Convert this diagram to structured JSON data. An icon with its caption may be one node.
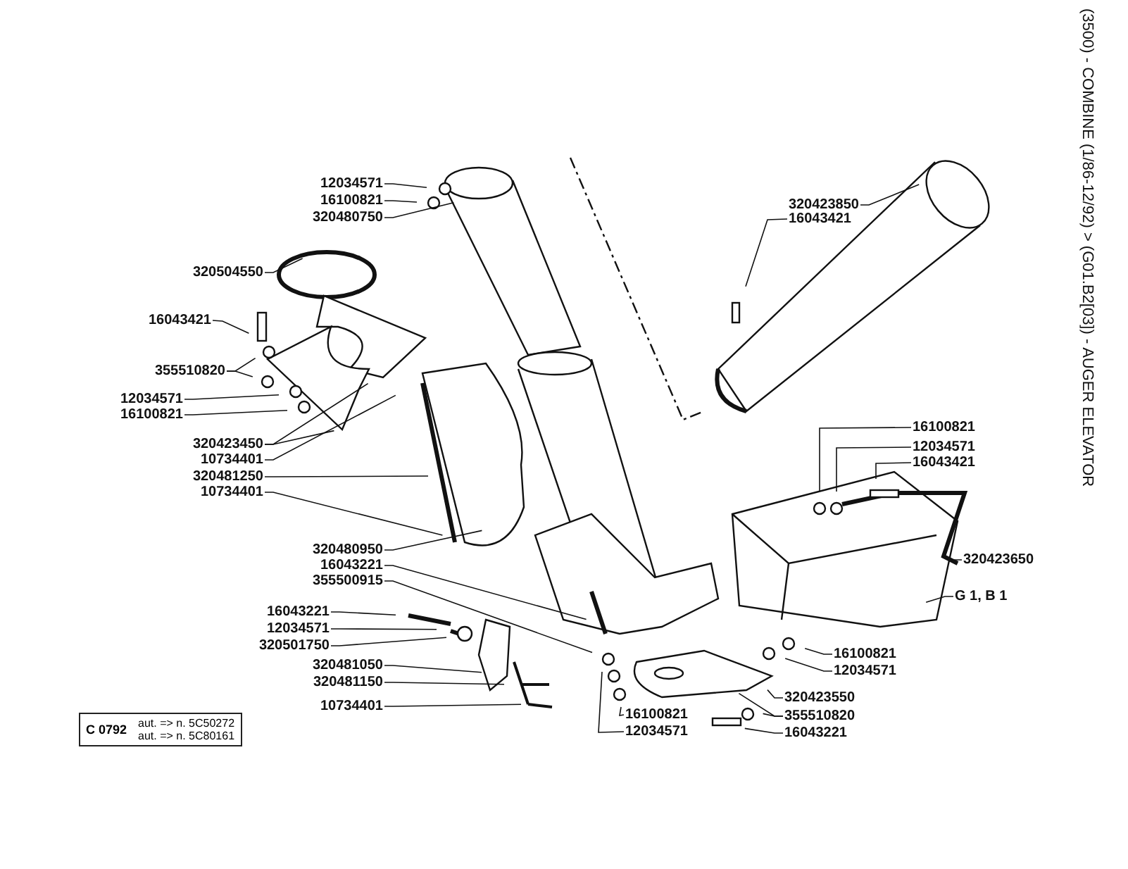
{
  "diagram": {
    "title": "(3500) - COMBINE (1/86-12/92) > (G01.B2[03]) - AUGER ELEVATOR",
    "nodes": [
      {
        "text": [
          "12034571"
        ]
      },
      {
        "text": [
          "16100821"
        ]
      },
      {
        "text": [
          "320480750"
        ]
      },
      {
        "text": [
          "320504550"
        ]
      },
      {
        "text": [
          "16043421"
        ]
      },
      {
        "text": [
          "355510820"
        ]
      },
      {
        "text": [
          "12034571"
        ]
      },
      {
        "text": [
          "16100821"
        ]
      },
      {
        "text": [
          "320423450"
        ]
      },
      {
        "text": [
          "10734401"
        ]
      },
      {
        "text": [
          "320481250"
        ]
      },
      {
        "text": [
          "10734401"
        ]
      },
      {
        "text": [
          "320480950"
        ]
      },
      {
        "text": [
          "16043221"
        ]
      },
      {
        "text": [
          "355500915"
        ]
      },
      {
        "text": [
          "16043221"
        ]
      },
      {
        "text": [
          "12034571"
        ]
      },
      {
        "text": [
          "320501750"
        ]
      },
      {
        "text": [
          "320481050"
        ]
      },
      {
        "text": [
          "320481150"
        ]
      },
      {
        "text": [
          "10734401"
        ]
      },
      {
        "text": [
          "320423850"
        ]
      },
      {
        "text": [
          "16043421"
        ]
      },
      {
        "text": [
          "16100821"
        ]
      },
      {
        "text": [
          "12034571"
        ]
      },
      {
        "text": [
          "16043421"
        ]
      },
      {
        "text": [
          "320423650"
        ]
      },
      {
        "text": [
          "G 1, B 1"
        ]
      },
      {
        "text": [
          "16100821"
        ]
      },
      {
        "text": [
          "12034571"
        ]
      },
      {
        "text": [
          "320423550"
        ]
      },
      {
        "text": [
          "355510820"
        ]
      },
      {
        "text": [
          "16043221"
        ]
      },
      {
        "text": [
          "16100821"
        ]
      },
      {
        "text": [
          "12034571"
        ]
      },
      {
        "text": [
          "C 0792",
          "aut. => n. 5C50272",
          "aut. => n. 5C80161"
        ]
      }
    ],
    "edges": [
      {
        "from": 0,
        "to": null,
        "arrow": "none"
      },
      {
        "from": 1,
        "to": null,
        "arrow": "none"
      },
      {
        "from": 2,
        "to": null,
        "arrow": "none"
      },
      {
        "from": 3,
        "to": null,
        "arrow": "none"
      },
      {
        "from": 4,
        "to": null,
        "arrow": "none"
      },
      {
        "from": 5,
        "to": null,
        "arrow": "none"
      },
      {
        "from": 5,
        "to": null,
        "arrow": "none"
      },
      {
        "from": 6,
        "to": null,
        "arrow": "none"
      },
      {
        "from": 7,
        "to": null,
        "arrow": "none"
      },
      {
        "from": 8,
        "to": null,
        "arrow": "none"
      },
      {
        "from": 8,
        "to": null,
        "arrow": "none"
      },
      {
        "from": 9,
        "to": null,
        "arrow": "none"
      },
      {
        "from": 10,
        "to": null,
        "arrow": "none"
      },
      {
        "from": 11,
        "to": null,
        "arrow": "none"
      },
      {
        "from": 12,
        "to": null,
        "arrow": "none"
      },
      {
        "from": 13,
        "to": null,
        "arrow": "none"
      },
      {
        "from": 14,
        "to": null,
        "arrow": "none"
      },
      {
        "from": 15,
        "to": null,
        "arrow": "none"
      },
      {
        "from": 16,
        "to": null,
        "arrow": "none"
      },
      {
        "from": 17,
        "to": null,
        "arrow": "none"
      },
      {
        "from": 18,
        "to": null,
        "arrow": "none"
      },
      {
        "from": 19,
        "to": null,
        "arrow": "none"
      },
      {
        "from": 20,
        "to": null,
        "arrow": "none"
      },
      {
        "from": 21,
        "to": null,
        "arrow": "none"
      },
      {
        "from": 22,
        "to": null,
        "arrow": "none"
      },
      {
        "from": 23,
        "to": null,
        "arrow": "none"
      },
      {
        "from": 24,
        "to": null,
        "arrow": "none"
      },
      {
        "from": 25,
        "to": null,
        "arrow": "none"
      },
      {
        "from": 26,
        "to": null,
        "arrow": "none"
      },
      {
        "from": 27,
        "to": null,
        "arrow": "none"
      },
      {
        "from": 28,
        "to": null,
        "arrow": "none"
      },
      {
        "from": 29,
        "to": null,
        "arrow": "none"
      },
      {
        "from": 30,
        "to": null,
        "arrow": "none"
      },
      {
        "from": 31,
        "to": null,
        "arrow": "none"
      },
      {
        "from": 31,
        "to": null,
        "arrow": "none"
      },
      {
        "from": 32,
        "to": null,
        "arrow": "none"
      },
      {
        "from": 33,
        "to": null,
        "arrow": "none"
      },
      {
        "from": 34,
        "to": null,
        "arrow": "none"
      }
    ]
  }
}
